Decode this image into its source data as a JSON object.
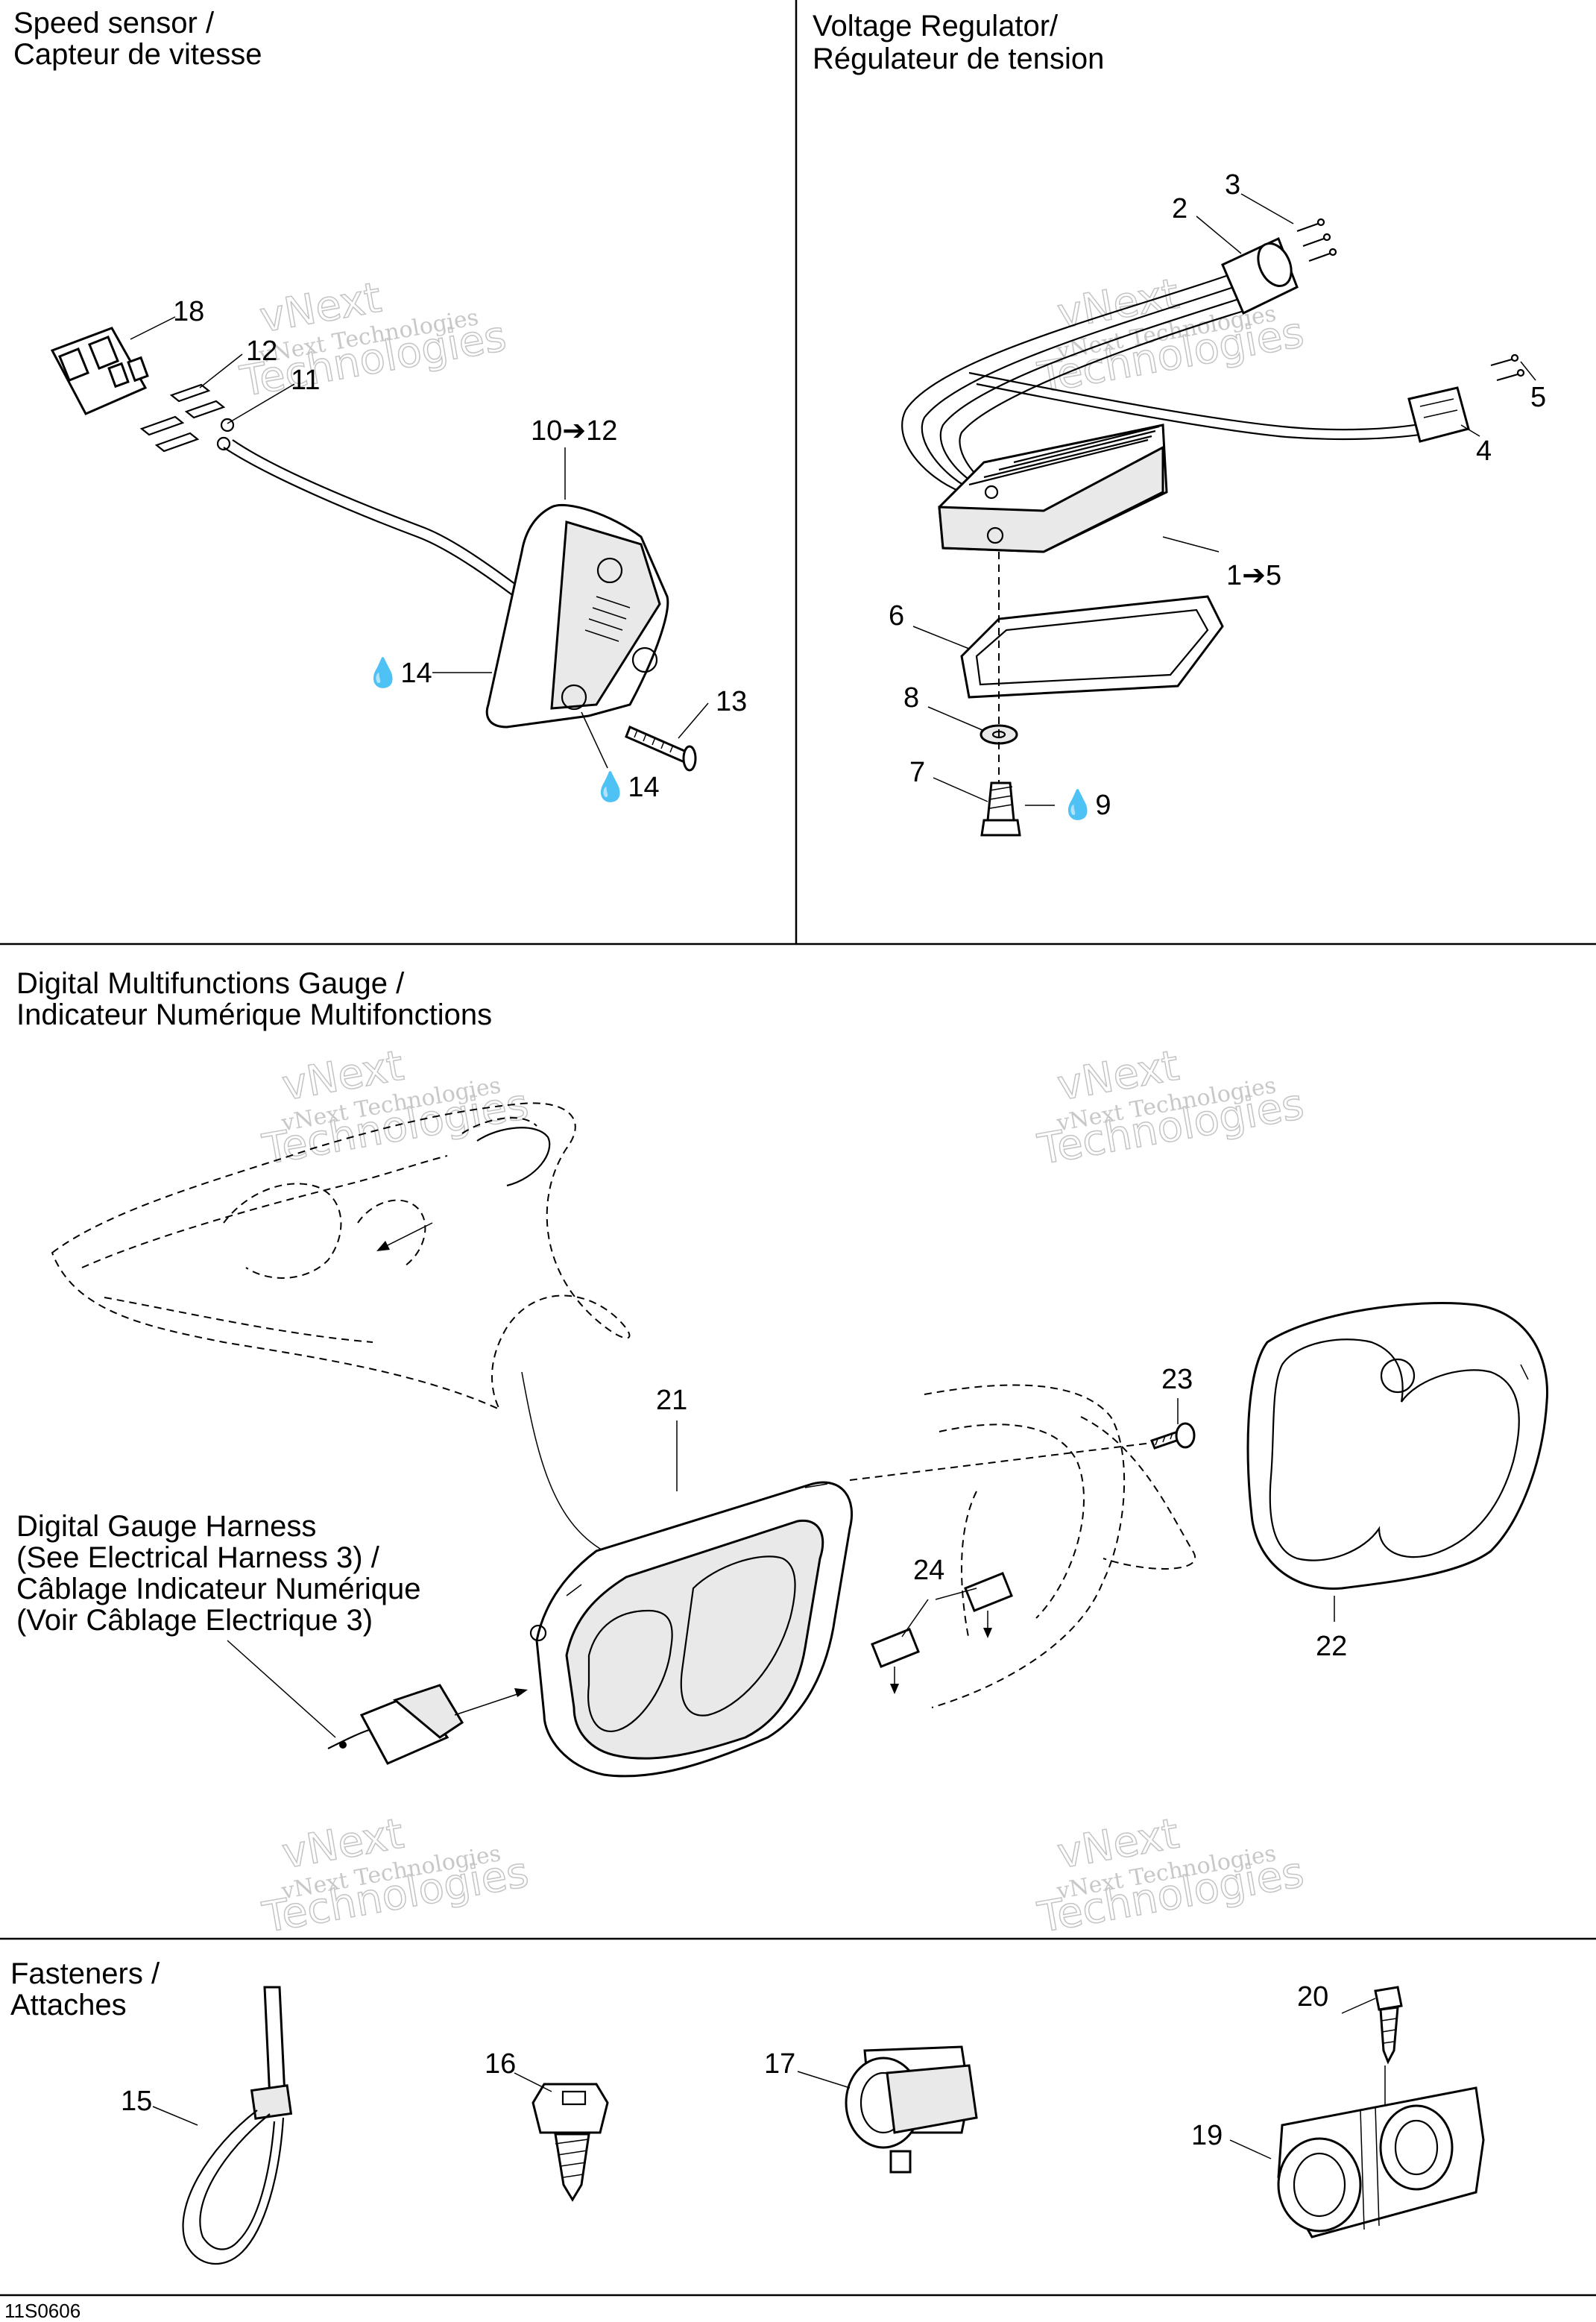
{
  "sections": {
    "speed_sensor": {
      "title_en": "Speed sensor /",
      "title_fr": "Capteur de vitesse"
    },
    "voltage_regulator": {
      "title_en": "Voltage Regulator/",
      "title_fr": "Régulateur de tension"
    },
    "gauge": {
      "title_en": "Digital Multifunctions Gauge /",
      "title_fr": "Indicateur Numérique Multifonctions"
    },
    "fasteners": {
      "title_en": "Fasteners /",
      "title_fr": "Attaches"
    }
  },
  "harness_note": {
    "line1": "Digital Gauge Harness",
    "line2": "(See Electrical Harness 3) /",
    "line3": "Câblage Indicateur Numérique",
    "line4": "(Voir Câblage Electrique 3)"
  },
  "callouts": {
    "c18": "18",
    "c12": "12",
    "c11": "11",
    "c10_12": "10➔12",
    "c14a": "💧14",
    "c13": "13",
    "c14b": "💧14",
    "c3": "3",
    "c2": "2",
    "c5": "5",
    "c4": "4",
    "c1_5": "1➔5",
    "c6": "6",
    "c8": "8",
    "c7": "7",
    "c9": "💧9",
    "c21": "21",
    "c23": "23",
    "c24": "24",
    "c22": "22",
    "c15": "15",
    "c16": "16",
    "c17": "17",
    "c20": "20",
    "c19": "19"
  },
  "watermark": {
    "line1": "vNext Technologies",
    "line2": "vNext",
    "line3": "Technologies"
  },
  "drawing_code": "11S0606",
  "colors": {
    "line": "#000000",
    "watermark": "#c8c8c8",
    "background": "#ffffff"
  }
}
